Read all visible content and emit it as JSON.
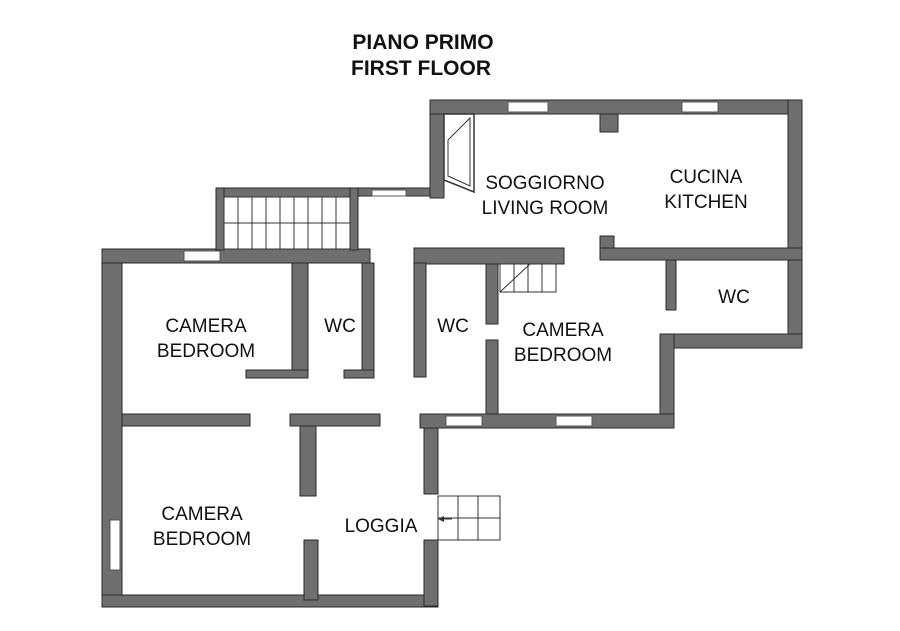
{
  "title": {
    "line1": "PIANO PRIMO",
    "line2": "FIRST FLOOR"
  },
  "rooms": {
    "soggiorno": {
      "it": "SOGGIORNO",
      "en": "LIVING ROOM"
    },
    "cucina": {
      "it": "CUCINA",
      "en": "KITCHEN"
    },
    "camera_top_left": {
      "it": "CAMERA",
      "en": "BEDROOM"
    },
    "camera_center": {
      "it": "CAMERA",
      "en": "BEDROOM"
    },
    "camera_bottom_left": {
      "it": "CAMERA",
      "en": "BEDROOM"
    },
    "wc_left": "WC",
    "wc_center": "WC",
    "wc_right": "WC",
    "loggia": "LOGGIA"
  },
  "colors": {
    "wall": "#6f6f6f",
    "wall_outline": "#2a2a2a",
    "text": "#111111"
  }
}
